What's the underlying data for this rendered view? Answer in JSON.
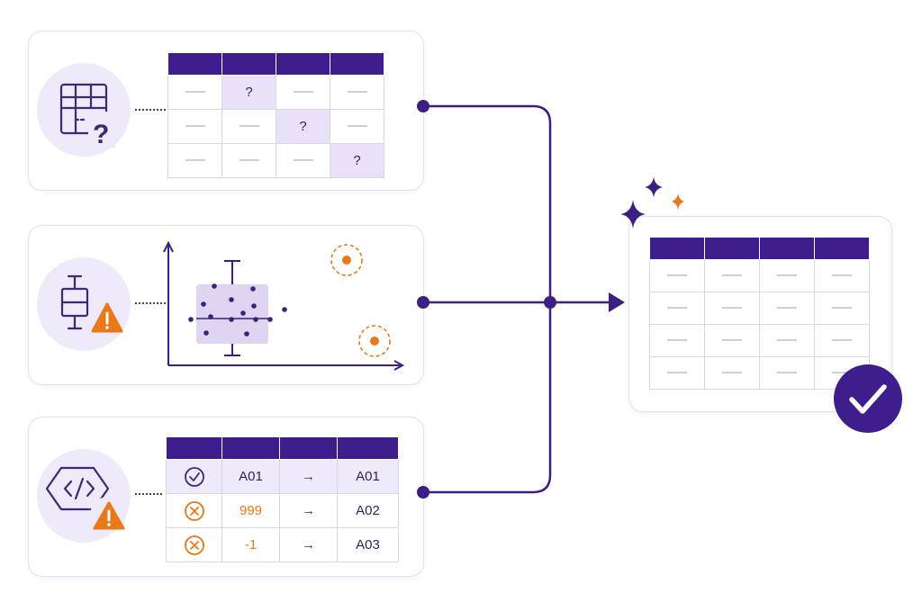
{
  "card_missing": {
    "table": {
      "rows": [
        [
          "",
          "?",
          "",
          ""
        ],
        [
          "",
          "",
          "?",
          ""
        ],
        [
          "",
          "",
          "",
          "?"
        ]
      ]
    }
  },
  "card_mapping": {
    "table": {
      "rows": [
        {
          "status": "valid",
          "value": "A01",
          "arrow": "→",
          "target": "A01"
        },
        {
          "status": "invalid",
          "value": "999",
          "arrow": "→",
          "target": "A02"
        },
        {
          "status": "invalid",
          "value": "-1",
          "arrow": "→",
          "target": "A03"
        }
      ]
    }
  },
  "icons": {
    "missing": "table-question-icon",
    "outlier": "boxplot-warning-icon",
    "mapping": "code-warning-icon",
    "result": "check-circle-icon",
    "sparkle": "sparkle-icon"
  },
  "colors": {
    "primary": "#3d1e8c",
    "accent": "#e9781a",
    "icon_bg": "#efeaf9",
    "line": "#3b1f82"
  }
}
